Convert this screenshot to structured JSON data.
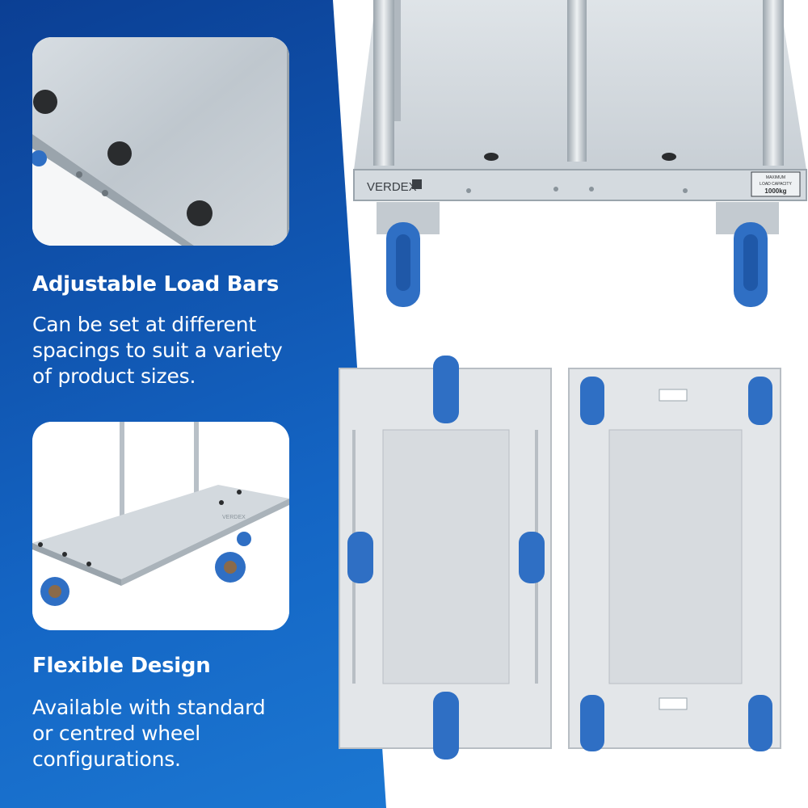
{
  "features": [
    {
      "title": "Adjustable Load Bars",
      "lines": [
        "Can be set at different",
        "spacings to suit a variety",
        "of product sizes."
      ]
    },
    {
      "title": "Flexible Design",
      "lines": [
        "Available with standard",
        "or centred wheel",
        "configurations."
      ]
    }
  ],
  "product_label": {
    "brand": "VERDEX",
    "capacity_line1": "MAXIMUM",
    "capacity_line2": "LOAD CAPACITY",
    "capacity_value": "1000kg"
  },
  "colors": {
    "brand_blue": "#1465c4",
    "dark_blue": "#0b3f94",
    "wheel_blue": "#2f6fc4",
    "galvanised_steel": "#c9d0d6",
    "text": "#ffffff"
  }
}
